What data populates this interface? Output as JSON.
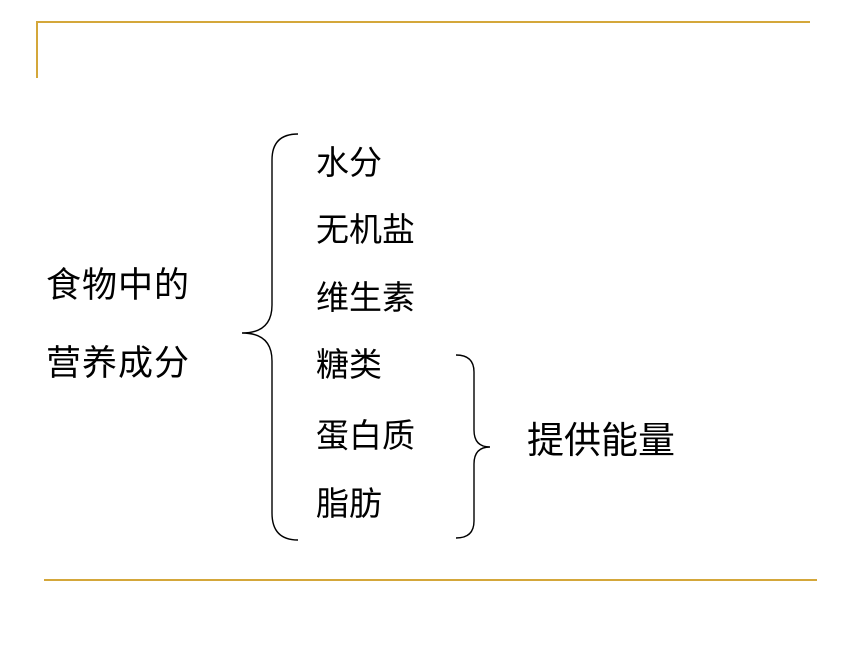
{
  "title": {
    "line1": "食物中的",
    "line2": "营养成分"
  },
  "nutrients": [
    "水分",
    "无机盐",
    "维生素",
    "糖类",
    "蛋白质",
    "脂肪"
  ],
  "energy_label": "提供能量",
  "colors": {
    "decor_line": "#d4a73a",
    "text": "#000000"
  }
}
